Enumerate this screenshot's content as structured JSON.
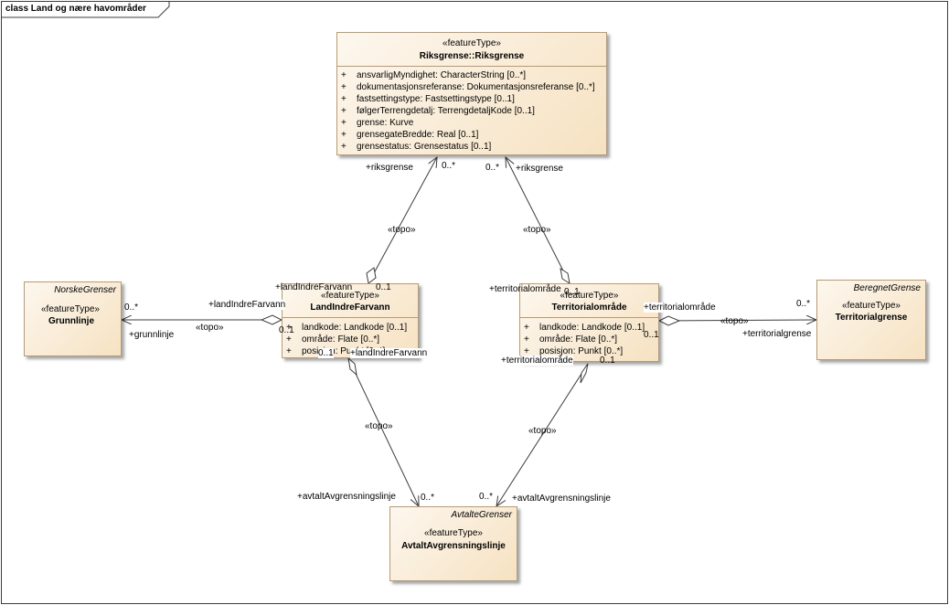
{
  "diagram": {
    "title": "class Land og nære havområder"
  },
  "stereotypes": {
    "feature_type": "«featureType»",
    "topo": "«topo»"
  },
  "classes": {
    "riksgrense": {
      "name": "Riksgrense::Riksgrense",
      "attributes": [
        {
          "vis": "+",
          "text": "ansvarligMyndighet: CharacterString [0..*]"
        },
        {
          "vis": "+",
          "text": "dokumentasjonsreferanse: Dokumentasjonsreferanse [0..*]"
        },
        {
          "vis": "+",
          "text": "fastsettingstype: Fastsettingstype [0..1]"
        },
        {
          "vis": "+",
          "text": "følgerTerrengdetalj: TerrengdetaljKode [0..1]"
        },
        {
          "vis": "+",
          "text": "grense: Kurve"
        },
        {
          "vis": "+",
          "text": "grensegateBredde: Real [0..1]"
        },
        {
          "vis": "+",
          "text": "grensestatus: Grensestatus [0..1]"
        }
      ]
    },
    "grunnlinje": {
      "package": "NorskeGrenser",
      "name": "Grunnlinje"
    },
    "land_indre_farvann": {
      "name": "LandIndreFarvann",
      "attributes": [
        {
          "vis": "+",
          "text": "landkode: Landkode [0..1]"
        },
        {
          "vis": "+",
          "text": "område: Flate [0..*]"
        },
        {
          "vis": "+",
          "text": "posisjon: Punkt [0..*]"
        }
      ]
    },
    "territorialomrade": {
      "name": "Territorialområde",
      "attributes": [
        {
          "vis": "+",
          "text": "landkode: Landkode [0..1]"
        },
        {
          "vis": "+",
          "text": "område: Flate [0..*]"
        },
        {
          "vis": "+",
          "text": "posisjon: Punkt [0..*]"
        }
      ]
    },
    "territorialgrense": {
      "package": "BeregnetGrense",
      "name": "Territorialgrense"
    },
    "avtalt": {
      "package": "AvtalteGrenser",
      "name": "AvtaltAvgrensningslinje"
    }
  },
  "roles": {
    "riksgrense": "+riksgrense",
    "land_indre_farvann": "+landIndreFarvann",
    "grunnlinje": "+grunnlinje",
    "territorialomrade": "+territorialområde",
    "territorialgrense": "+territorialgrense",
    "avtalt": "+avtaltAvgrensningslinje"
  },
  "multiplicities": {
    "many": "0..*",
    "optional": "0..1"
  },
  "colors": {
    "class_fill": "#f6e2c2",
    "class_border": "#b89b72",
    "line": "#3c3c3c"
  }
}
